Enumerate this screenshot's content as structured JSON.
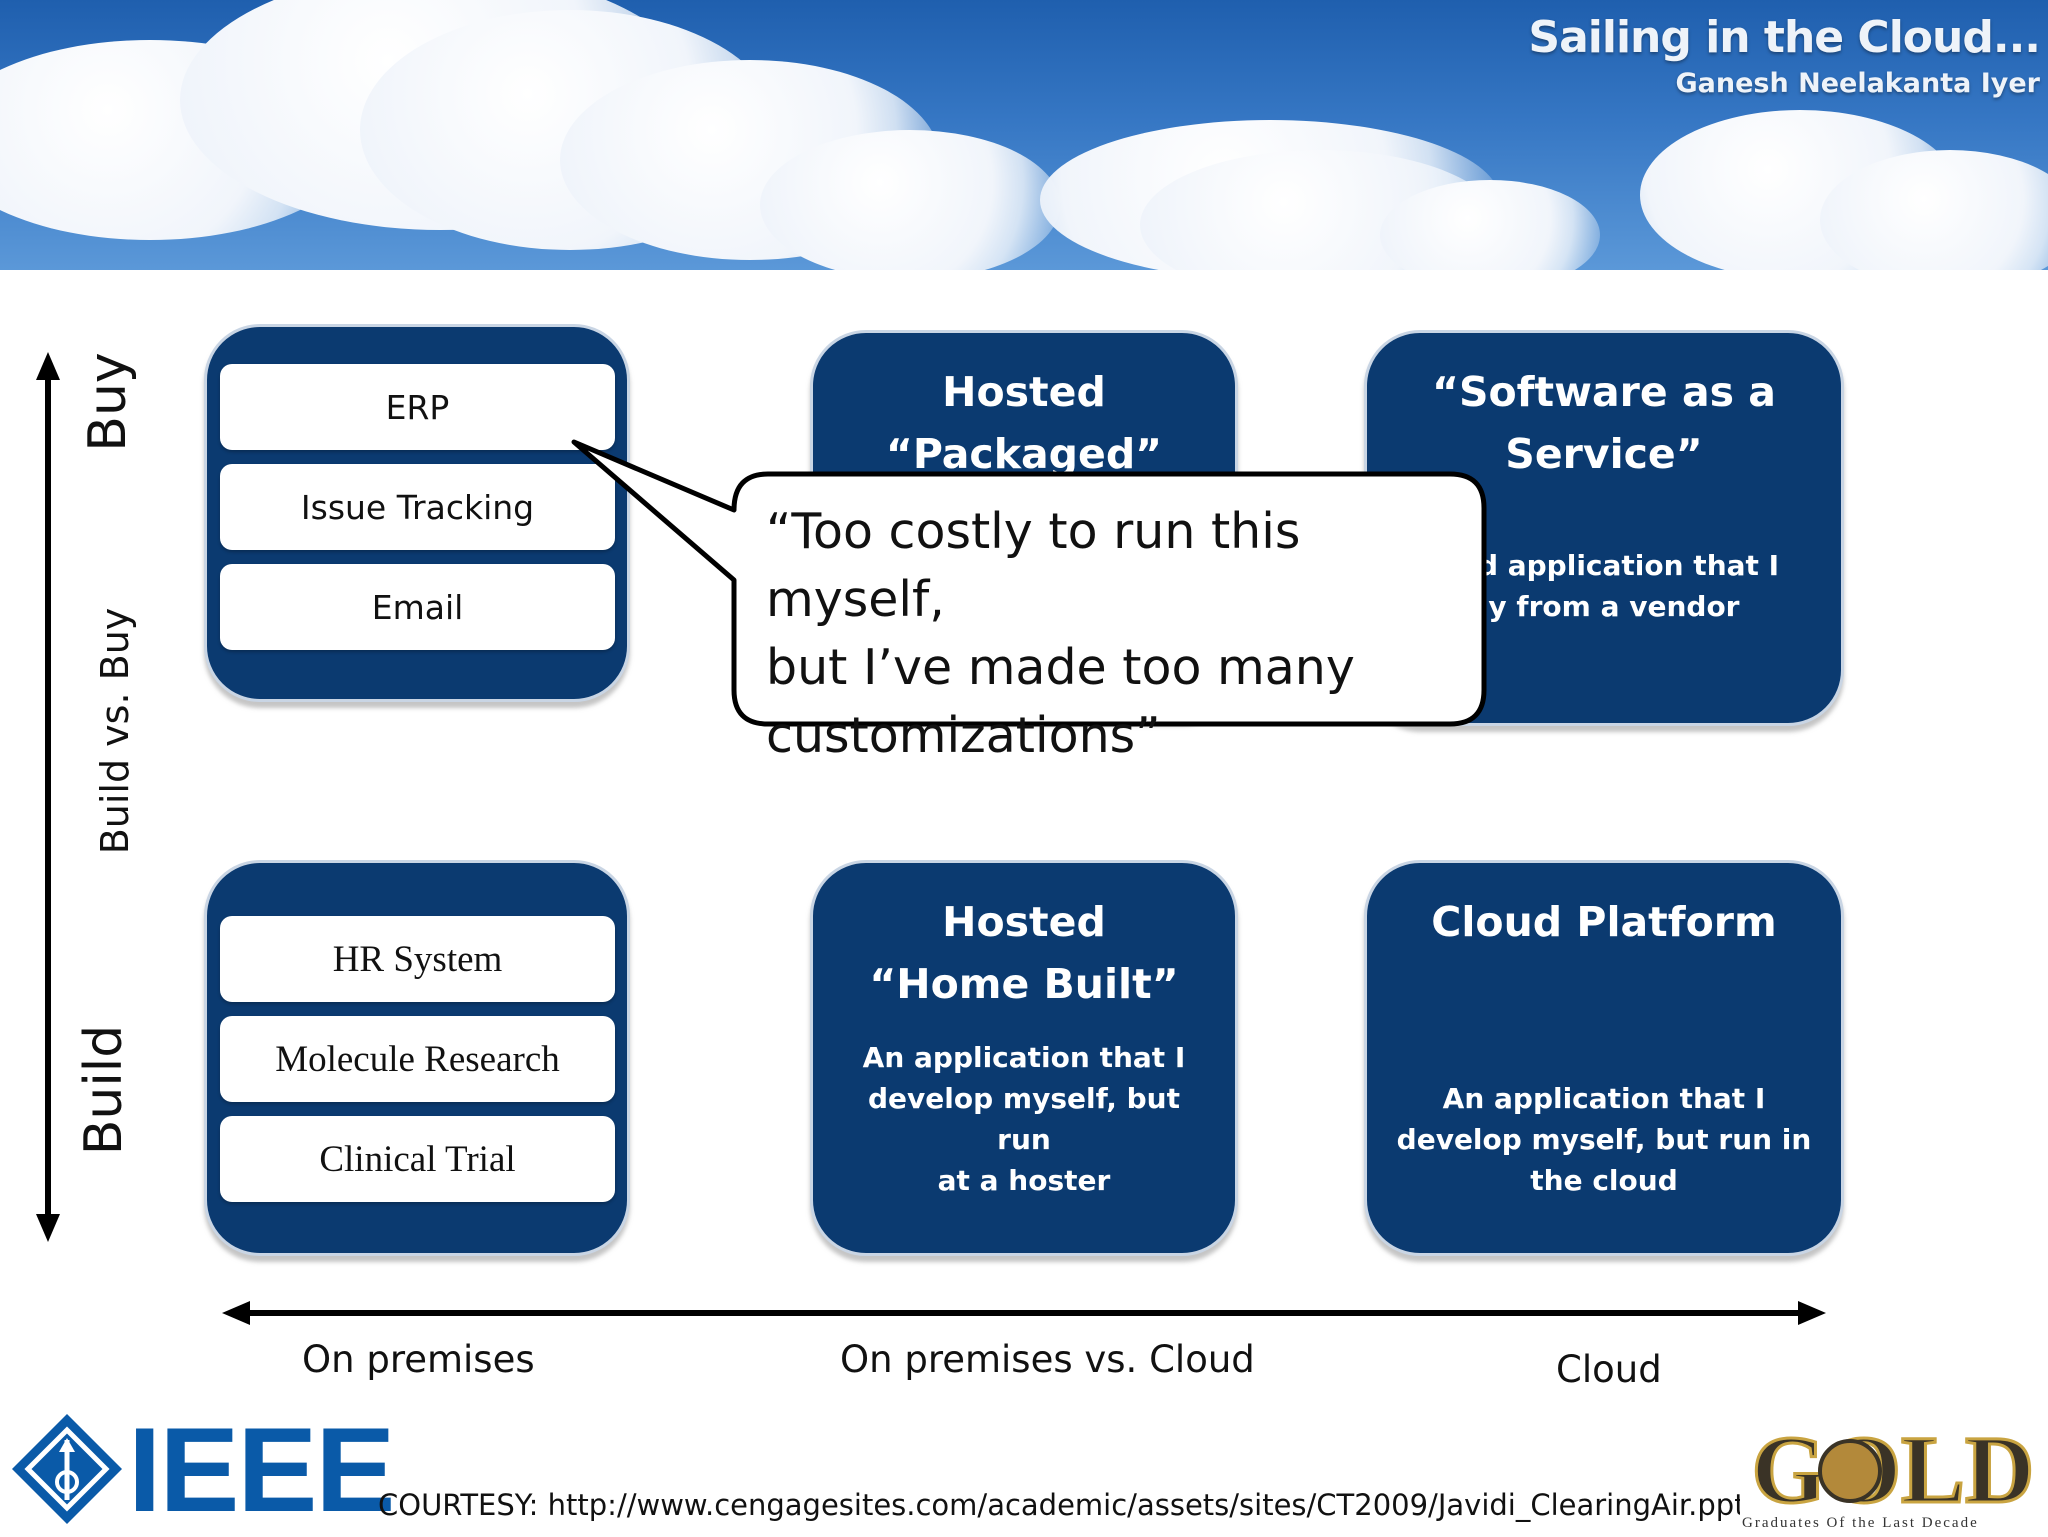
{
  "header": {
    "title": "Sailing in the Cloud...",
    "subtitle": "Ganesh Neelakanta Iyer"
  },
  "axes": {
    "y_top": "Buy",
    "y_middle": "Build vs. Buy",
    "y_bottom": "Build",
    "x_left": "On premises",
    "x_middle": "On premises vs. Cloud",
    "x_right": "Cloud"
  },
  "quadrants": {
    "top_middle": {
      "title_line1": "Hosted",
      "title_line2": "“Packaged”"
    },
    "top_right": {
      "title_line1": "“Software as a",
      "title_line2": "Service”",
      "desc_line1": "sted application that I",
      "desc_line2": "uy from a vendor"
    },
    "bottom_middle": {
      "title_line1": "Hosted",
      "title_line2": "“Home Built”",
      "desc_line1": "An application that I",
      "desc_line2": "develop myself, but run",
      "desc_line3": "at a hoster"
    },
    "bottom_right": {
      "title_line1": "Cloud Platform",
      "desc_line1": "An application that I",
      "desc_line2": "develop myself, but run in",
      "desc_line3": "the cloud"
    }
  },
  "buy_examples": [
    "ERP",
    "Issue Tracking",
    "Email"
  ],
  "build_examples": [
    "HR System",
    "Molecule Research",
    "Clinical Trial"
  ],
  "callout": {
    "line1": "“Too costly to run this myself,",
    "line2": "but I’ve made too many",
    "line3": "customizations”"
  },
  "footer": {
    "ieee_logo_text": "IEEE",
    "courtesy": "COURTESY: http://www.cengagesites.com/academic/assets/sites/CT2009/Javidi_ClearingAir.ppt",
    "gold_logo_text": "GOLD",
    "gold_tagline": "Graduates Of the Last Decade"
  },
  "colors": {
    "box_fill": "#0b3a70",
    "ieee_blue": "#0a5aa8"
  }
}
